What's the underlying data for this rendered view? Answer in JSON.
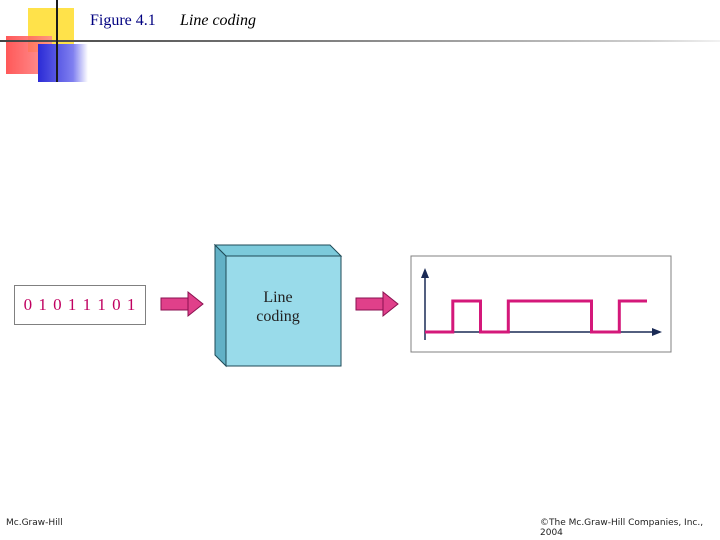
{
  "header": {
    "figure_number": "Figure 4.1",
    "figure_title": "Line coding"
  },
  "diagram": {
    "input_bits": "0 1 0 1 1 1 0 1",
    "encoder_label_line1": "Line",
    "encoder_label_line2": "coding",
    "bit_sequence": [
      0,
      1,
      0,
      1,
      1,
      1,
      0,
      1
    ],
    "colors": {
      "bits": "#c00060",
      "arrow": "#e0408a",
      "box_face": "#99dbea",
      "box_side": "#62b1c6",
      "signal": "#d4187a"
    }
  },
  "footer": {
    "publisher": "Mc.Graw-Hill",
    "copyright": "©The Mc.Graw-Hill Companies, Inc., 2004"
  }
}
